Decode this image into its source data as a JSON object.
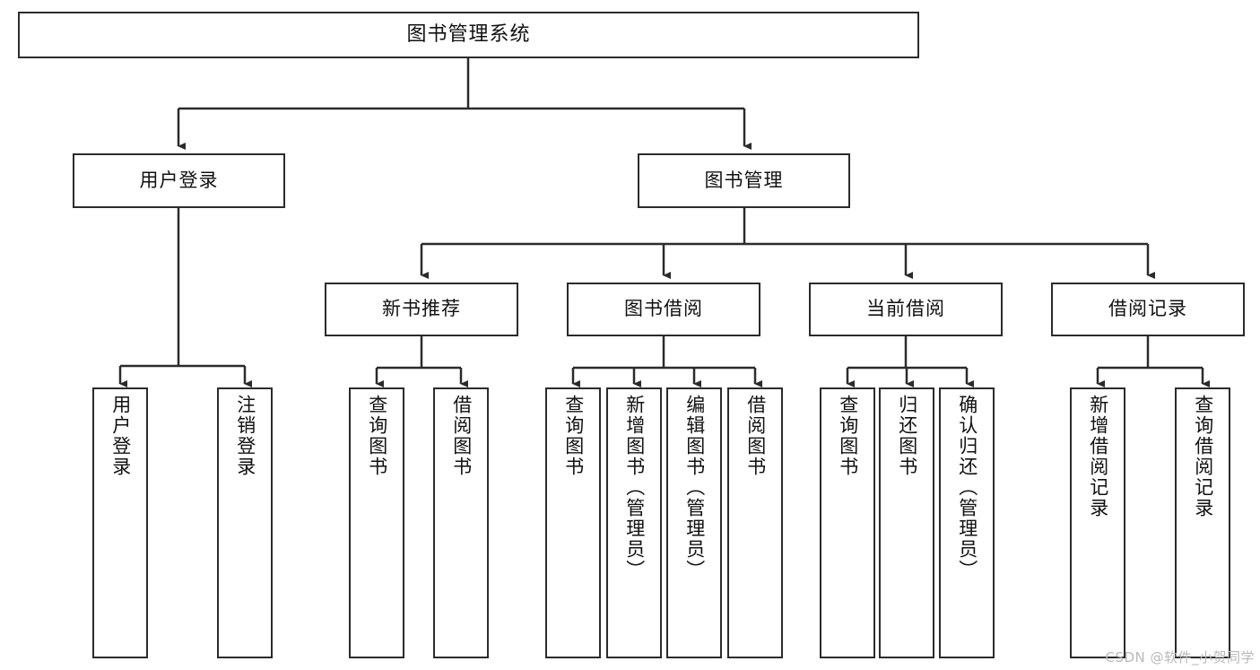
{
  "diagram": {
    "title": "图书管理系统",
    "type": "hierarchy-tree",
    "root": {
      "id": "root",
      "label": "图书管理系统"
    },
    "level2": [
      {
        "id": "user-login",
        "label": "用户登录"
      },
      {
        "id": "book-manage",
        "label": "图书管理"
      }
    ],
    "level3": [
      {
        "id": "new-book-recommend",
        "label": "新书推荐"
      },
      {
        "id": "book-borrow",
        "label": "图书借阅"
      },
      {
        "id": "current-borrow",
        "label": "当前借阅"
      },
      {
        "id": "borrow-record",
        "label": "借阅记录"
      }
    ],
    "leaves": {
      "user_login": [
        {
          "id": "leaf-user-login",
          "label": "用户登录"
        },
        {
          "id": "leaf-logout-login",
          "label": "注销登录"
        }
      ],
      "new_book_recommend": [
        {
          "id": "leaf-query-book-1",
          "label": "查询图书"
        },
        {
          "id": "leaf-borrow-book-1",
          "label": "借阅图书"
        }
      ],
      "book_borrow": [
        {
          "id": "leaf-query-book-2",
          "label": "查询图书"
        },
        {
          "id": "leaf-add-book",
          "label": "新增图书（管理员）"
        },
        {
          "id": "leaf-edit-book",
          "label": "编辑图书（管理员）"
        },
        {
          "id": "leaf-borrow-book-2",
          "label": "借阅图书"
        }
      ],
      "current_borrow": [
        {
          "id": "leaf-query-book-3",
          "label": "查询图书"
        },
        {
          "id": "leaf-return-book",
          "label": "归还图书"
        },
        {
          "id": "leaf-confirm-return",
          "label": "确认归还（管理员）"
        }
      ],
      "borrow_record": [
        {
          "id": "leaf-add-record",
          "label": "新增借阅记录"
        },
        {
          "id": "leaf-query-record",
          "label": "查询借阅记录"
        }
      ]
    }
  },
  "watermark": {
    "text": "CSDN @软件_小贺同学"
  },
  "colors": {
    "stroke": "#2b2b2b",
    "fill": "#ffffff",
    "text": "#111111",
    "watermark": "#b9b9b9"
  }
}
